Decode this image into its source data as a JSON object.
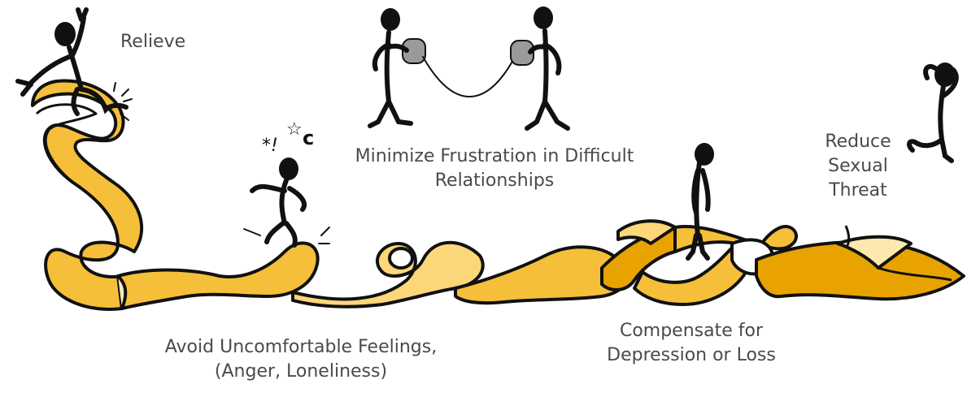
{
  "labels": {
    "relieve": "Relieve",
    "minimize_line1": "Minimize Frustration in Difficult",
    "minimize_line2": "Relationships",
    "reduce_line1": "Reduce",
    "reduce_line2": "Sexual",
    "reduce_line3": "Threat",
    "avoid_line1": "Avoid Uncomfortable Feelings,",
    "avoid_line2": "(Anger, Loneliness)",
    "compensate_line1": "Compensate for",
    "compensate_line2": "Depression or Loss"
  },
  "symbols": {
    "frustration_marks": "*!",
    "star": "☆",
    "swirl": "c"
  },
  "colors": {
    "ribbon_light": "#fcd77a",
    "ribbon_mid": "#f5bf3a",
    "ribbon_dark": "#e8a300",
    "ribbon_pale": "#fde9b0",
    "outline": "#111111",
    "text": "#4a4a4a",
    "can_gray": "#9a9a9a"
  }
}
